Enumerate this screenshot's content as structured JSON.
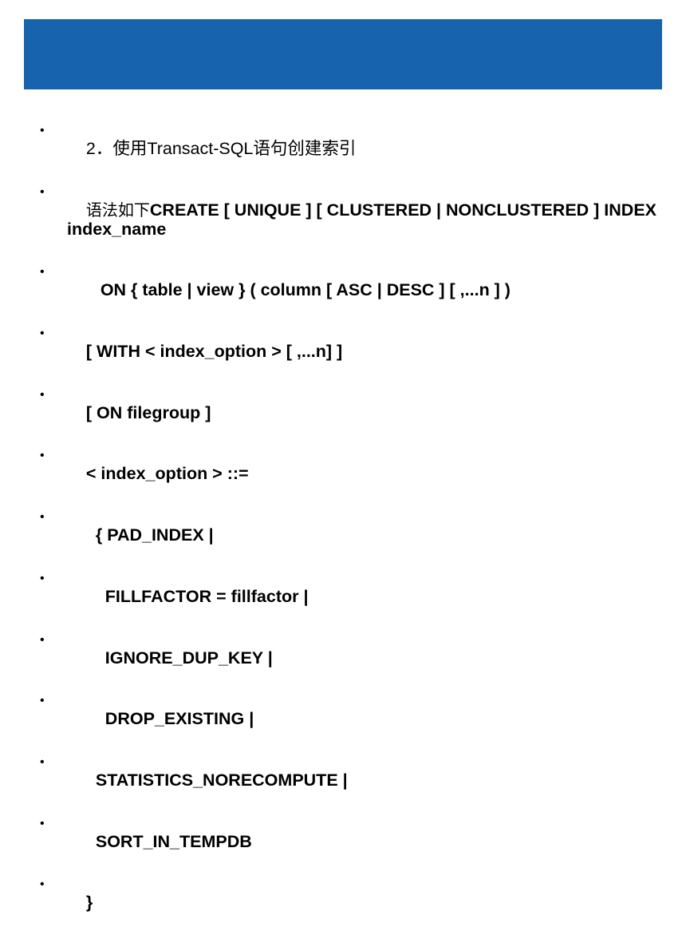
{
  "slide": {
    "header_color": "#1763ae",
    "lines": [
      {
        "prefix": "2．使用Transact-SQL语句创建索引",
        "text": ""
      },
      {
        "prefix": "语法如下",
        "text": "CREATE [ UNIQUE ] [ CLUSTERED | NONCLUSTERED ] INDEX index_name"
      },
      {
        "prefix": "",
        "text": "   ON { table | view } ( column [ ASC | DESC ] [ ,...n ] )"
      },
      {
        "prefix": "",
        "text": "[ WITH < index_option > [ ,...n] ]"
      },
      {
        "prefix": "",
        "text": "[ ON filegroup ]"
      },
      {
        "prefix": "",
        "text": "< index_option > ::="
      },
      {
        "prefix": "",
        "text": "  { PAD_INDEX |"
      },
      {
        "prefix": "",
        "text": "    FILLFACTOR = fillfactor |"
      },
      {
        "prefix": "",
        "text": "    IGNORE_DUP_KEY |"
      },
      {
        "prefix": "",
        "text": "    DROP_EXISTING |"
      },
      {
        "prefix": "",
        "text": "  STATISTICS_NORECOMPUTE |"
      },
      {
        "prefix": "",
        "text": "  SORT_IN_TEMPDB"
      },
      {
        "prefix": "",
        "text": "}"
      }
    ]
  }
}
